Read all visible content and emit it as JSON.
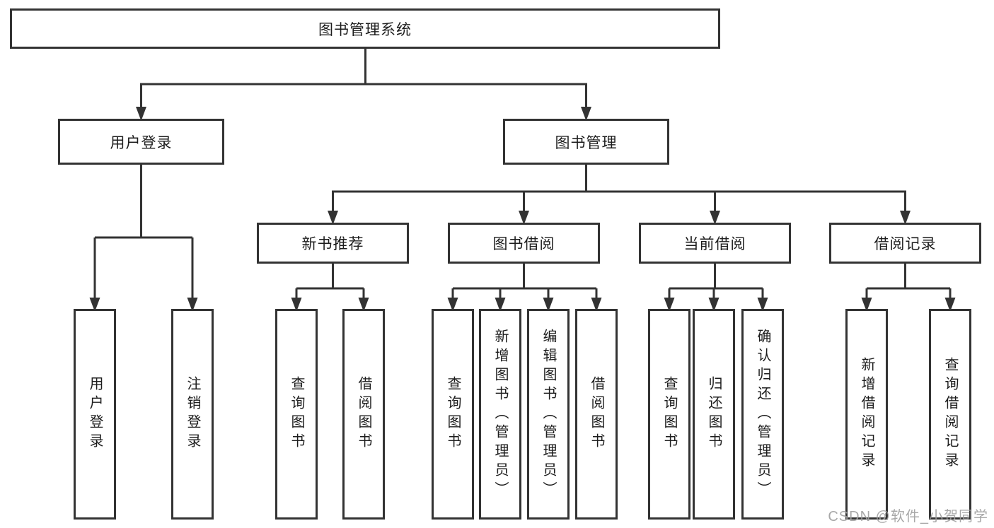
{
  "diagram": {
    "type": "hierarchy-tree",
    "root": {
      "label": "图书管理系统"
    },
    "branches": [
      {
        "label": "用户登录",
        "children": [
          {
            "label": "用户登录"
          },
          {
            "label": "注销登录"
          }
        ]
      },
      {
        "label": "图书管理",
        "children": [
          {
            "label": "新书推荐",
            "children": [
              {
                "label": "查询图书"
              },
              {
                "label": "借阅图书"
              }
            ]
          },
          {
            "label": "图书借阅",
            "children": [
              {
                "label": "查询图书"
              },
              {
                "label": "新增图书（管理员）"
              },
              {
                "label": "编辑图书（管理员）"
              },
              {
                "label": "借阅图书"
              }
            ]
          },
          {
            "label": "当前借阅",
            "children": [
              {
                "label": "查询图书"
              },
              {
                "label": "归还图书"
              },
              {
                "label": "确认归还（管理员）"
              }
            ]
          },
          {
            "label": "借阅记录",
            "children": [
              {
                "label": "新增借阅记录"
              },
              {
                "label": "查询借阅记录"
              }
            ]
          }
        ]
      }
    ]
  },
  "watermark": {
    "text": "CSDN @软件_小贺同学"
  },
  "colors": {
    "line": "#333333",
    "text": "#1d1d1d",
    "background": "#ffffff",
    "watermark": "#9e9e9e"
  }
}
